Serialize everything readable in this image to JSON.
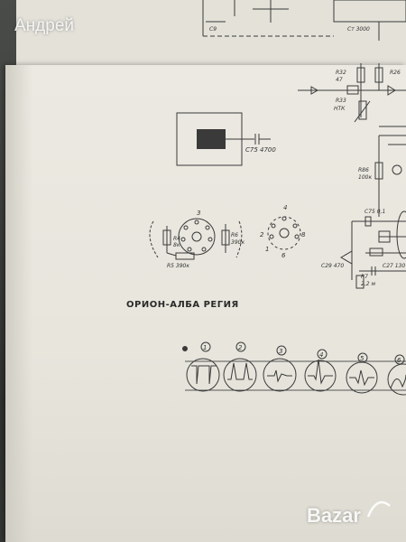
{
  "watermark": {
    "user": "Андрей",
    "site": "Bazar"
  },
  "sheet": {
    "title": "ОРИОН-АЛБА РЕГИЯ"
  },
  "labels": {
    "top_a": "С9",
    "top_b": "Ст 3000",
    "r_right_1": "R32",
    "r_right_2": "47",
    "r_right_3": "R26",
    "ntk": "НТК",
    "r33": "R33",
    "c_box": "С75 4700",
    "socket_3": "3",
    "socket_4": "4",
    "r_left": "R4",
    "r_left_val": "8к",
    "r_bottom": "R5 390к",
    "r_mid": "R6",
    "r_mid_val": "390к",
    "p_a": "2",
    "p_b": "1",
    "p_c": "8",
    "p_d": "6",
    "r86": "R86",
    "r86_val": "100к",
    "cap_c": "С75 0,1",
    "r_bot_1": "R7",
    "r_bot_2": "2,2 м",
    "c_left": "С29 470",
    "c_right": "С27 130"
  },
  "waveforms": {
    "numbers": [
      "1",
      "2",
      "3",
      "4",
      "5",
      "6"
    ]
  }
}
